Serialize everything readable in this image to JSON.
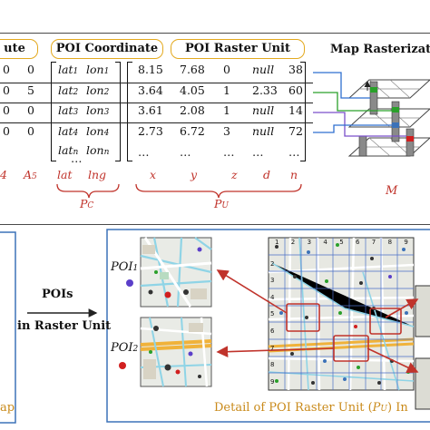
{
  "top_panel": {
    "header_attribute": "ute",
    "header_coordinate": "POI Coordinate",
    "header_raster_unit": "POI Raster Unit",
    "header_map": "Map Rasterizat",
    "attr_rows": [
      [
        "0",
        "0"
      ],
      [
        "0",
        "5"
      ],
      [
        "0",
        "0"
      ],
      [
        "0",
        "0"
      ],
      [
        "",
        ""
      ]
    ],
    "attr_labels": [
      "4",
      "A",
      "5"
    ],
    "coord_rows": [
      {
        "lat": "lat",
        "lat_sub": "1",
        "lon": "lon",
        "lon_sub": "1"
      },
      {
        "lat": "lat",
        "lat_sub": "2",
        "lon": "lon",
        "lon_sub": "2"
      },
      {
        "lat": "lat",
        "lat_sub": "3",
        "lon": "lon",
        "lon_sub": "3"
      },
      {
        "lat": "lat",
        "lat_sub": "4",
        "lon": "lon",
        "lon_sub": "4"
      },
      {
        "lat": "lat",
        "lat_sub": "n",
        "lon": "lon",
        "lon_sub": "n"
      }
    ],
    "coord_dots": "…",
    "coord_col_labels": [
      "lat",
      "lng"
    ],
    "coord_brace_label": "P",
    "coord_brace_sub": "C",
    "unit_rows": [
      [
        "8.15",
        "7.68",
        "0",
        "null",
        "38"
      ],
      [
        "3.64",
        "4.05",
        "1",
        "2.33",
        "60"
      ],
      [
        "3.61",
        "2.08",
        "1",
        "null",
        "14"
      ],
      [
        "2.73",
        "6.72",
        "3",
        "null",
        "72"
      ],
      [
        "…",
        "…",
        "…",
        "…",
        "…"
      ]
    ],
    "unit_col_labels": [
      "x",
      "y",
      "z",
      "d",
      "n"
    ],
    "unit_brace_label": "P",
    "unit_brace_sub": "U",
    "map_label": "M"
  },
  "bottom_panel": {
    "left_caption": "ap",
    "pois_label": "POIs",
    "pois_label2": "in Raster Unit",
    "poi1": "POI",
    "poi1_sub": "1",
    "poi2": "POI",
    "poi2_sub": "2",
    "grid_top_numbers": [
      "1",
      "2",
      "3",
      "4",
      "5",
      "6",
      "7",
      "8",
      "9"
    ],
    "grid_left_numbers": [
      "",
      "2",
      "3",
      "4",
      "5",
      "6",
      "7",
      "8",
      "9"
    ],
    "detail_caption_pre": "Detail of POI Raster Unit (",
    "detail_caption_sym": "P",
    "detail_caption_sub": "U",
    "detail_caption_post": ") In"
  },
  "colors": {
    "pill_border": "#e3a91f",
    "red_label": "#c0332b",
    "panel_blue": "#3c72b8",
    "arrow_red": "#c0332b",
    "dot_purple": "#5b3fc9",
    "dot_red": "#d11f1f"
  }
}
